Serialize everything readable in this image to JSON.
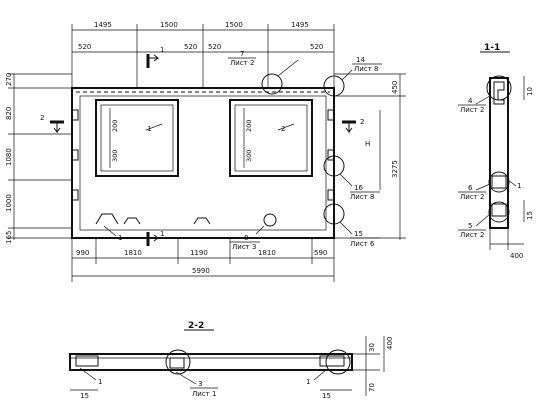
{
  "plan": {
    "top_dims": [
      "1495",
      "1500",
      "1500",
      "1495"
    ],
    "sub_dims": [
      "520",
      "520",
      "520",
      "520"
    ],
    "left_dims": [
      "270",
      "820",
      "1080",
      "1000",
      "165"
    ],
    "right_dims": [
      "450",
      "3275"
    ],
    "bottom_dims": [
      "990",
      "1810",
      "1190",
      "1810",
      "590"
    ],
    "total_width": "5990",
    "opening_dims": [
      "200",
      "300",
      "200",
      "300"
    ],
    "axis_h": "H",
    "callouts": [
      {
        "num": "7",
        "sheet": "Лист 2"
      },
      {
        "num": "14",
        "sheet": "Лист 8"
      },
      {
        "num": "16",
        "sheet": "Лист 8"
      },
      {
        "num": "15",
        "sheet": "Лист 6"
      },
      {
        "num": "8",
        "sheet": "Лист 3"
      }
    ],
    "marks": [
      "1",
      "2",
      "2",
      "1"
    ],
    "section_marks": [
      "1",
      "1",
      "2",
      "2"
    ]
  },
  "section_11": {
    "title": "1-1",
    "callouts": [
      {
        "num": "4",
        "sheet": "Лист 2"
      },
      {
        "num": "6",
        "sheet": "Лист 2"
      },
      {
        "num": "5",
        "sheet": "Лист 2"
      }
    ],
    "mark": "1",
    "dims": [
      "10",
      "15",
      "400"
    ]
  },
  "section_22": {
    "title": "2-2",
    "marks": [
      "1",
      "1"
    ],
    "callout": {
      "num": "3",
      "sheet": "Лист 1"
    },
    "dims": [
      "15",
      "15",
      "70",
      "400",
      "30"
    ]
  }
}
